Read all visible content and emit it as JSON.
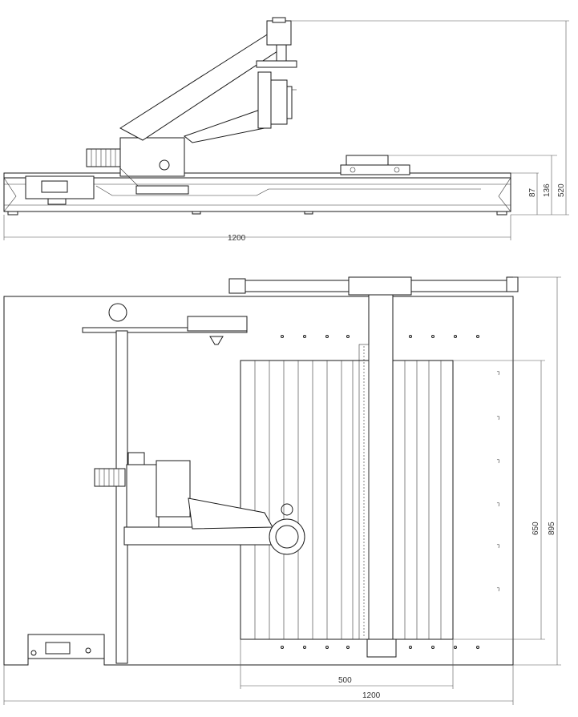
{
  "side_view": {
    "dim_total_width": "1200",
    "dim_height_small": "87",
    "dim_height_mid": "136",
    "dim_height_total": "520"
  },
  "top_view": {
    "dim_table_width": "500",
    "dim_total_width": "1200",
    "dim_table_length": "650",
    "dim_total_depth": "895"
  }
}
